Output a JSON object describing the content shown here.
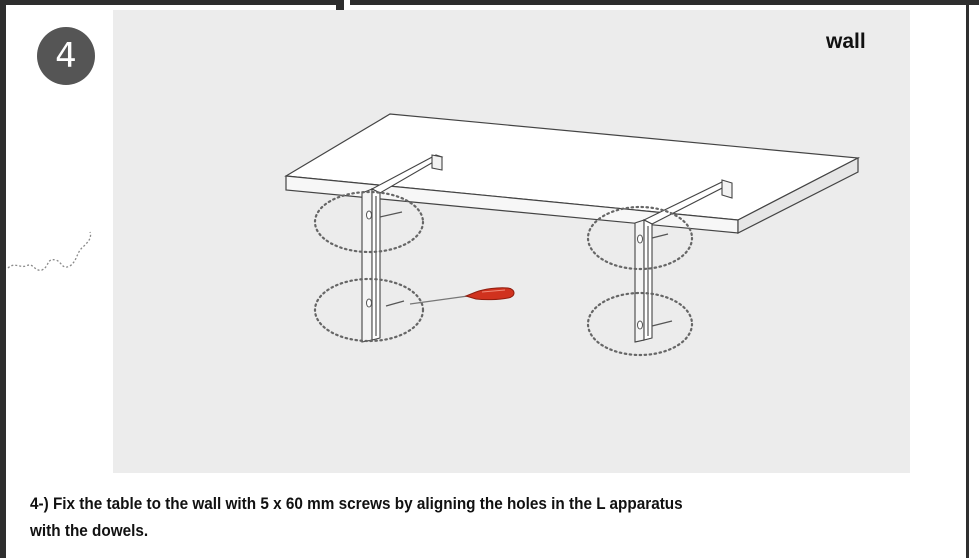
{
  "step": {
    "number": "4"
  },
  "illustration": {
    "wall_label": "wall",
    "icons": [
      "tabletop-shelf",
      "l-bracket",
      "screw",
      "screwdriver",
      "dotted-circle-callout",
      "decorative-squiggle"
    ],
    "screwdriver_handle_color": "#d0321e",
    "panel_color": "#ececec"
  },
  "caption": {
    "line1": "4-) Fix the table to the wall with 5 x 60 mm screws by aligning the holes in the L apparatus",
    "line2": "with the dowels."
  }
}
